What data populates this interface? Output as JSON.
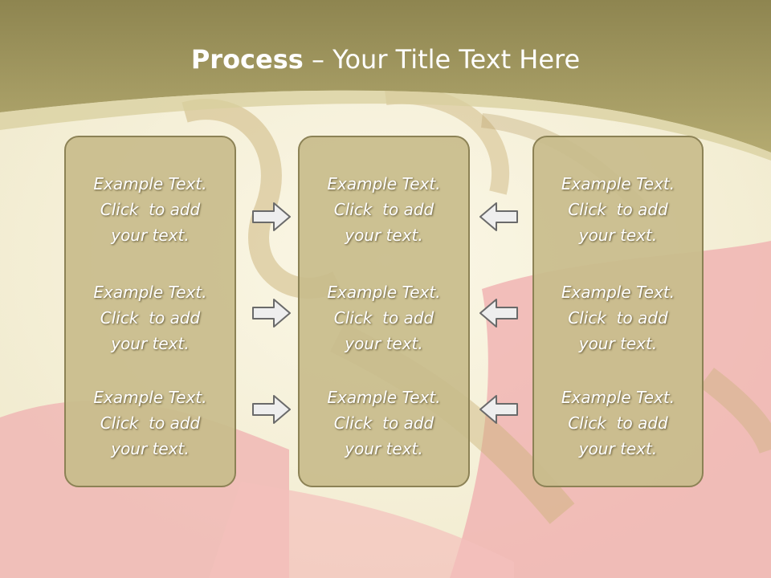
{
  "slide": {
    "title_bold": "Process",
    "title_rest": " – Your Title Text Here",
    "colors": {
      "header_band": "#a39a5e",
      "panel_fill": "#c8bc8c",
      "panel_border": "#8c8255",
      "arrow_fill": "#eeeeee",
      "arrow_stroke": "#6a6a6a",
      "background_red": "#e4707a",
      "background_gold": "#c9b277"
    },
    "columns": [
      {
        "cells": [
          {
            "line1": "Example Text.",
            "line2": "Click  to add",
            "line3": "your text."
          },
          {
            "line1": "Example Text.",
            "line2": "Click  to add",
            "line3": "your text."
          },
          {
            "line1": "Example Text.",
            "line2": "Click  to add",
            "line3": "your text."
          }
        ]
      },
      {
        "cells": [
          {
            "line1": "Example Text.",
            "line2": "Click  to add",
            "line3": "your text."
          },
          {
            "line1": "Example Text.",
            "line2": "Click  to add",
            "line3": "your text."
          },
          {
            "line1": "Example Text.",
            "line2": "Click  to add",
            "line3": "your text."
          }
        ]
      },
      {
        "cells": [
          {
            "line1": "Example Text.",
            "line2": "Click  to add",
            "line3": "your text."
          },
          {
            "line1": "Example Text.",
            "line2": "Click  to add",
            "line3": "your text."
          },
          {
            "line1": "Example Text.",
            "line2": "Click  to add",
            "line3": "your text."
          }
        ]
      }
    ],
    "arrows": {
      "left_group_direction": "right",
      "right_group_direction": "left",
      "icon": "block-arrow-icon"
    }
  }
}
